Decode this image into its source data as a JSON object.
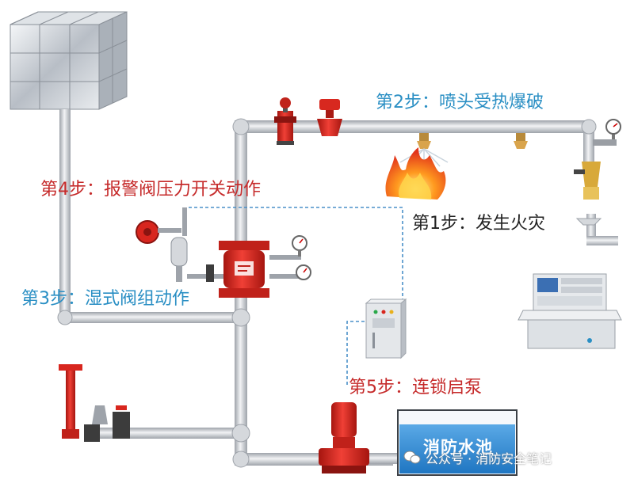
{
  "steps": {
    "step1": "第1步：发生火灾",
    "step2": "第2步：喷头受热爆破",
    "step3": "第3步：湿式阀组动作",
    "step4": "第4步：报警阀压力开关动作",
    "step5": "第5步：连锁启泵"
  },
  "pool_label": "消防水池",
  "watermark": "公众号 · 消防安全笔记",
  "colors": {
    "pipe": "#c9ccd1",
    "valve_red": "#e0261f",
    "signal_line": "#4a90c8",
    "water": "#2f8fd8",
    "step_blue": "#2a8fc4",
    "step_red": "#c62b2b"
  },
  "icons": {
    "water_tank": "steel-water-tank-icon",
    "fire": "fire-icon",
    "sprinkler": "sprinkler-head-icon",
    "alarm_bell": "alarm-bell-icon",
    "alarm_valve": "wet-alarm-valve-icon",
    "control_cabinet": "pump-control-cabinet-icon",
    "fire_panel": "fire-control-panel-icon",
    "pump": "fire-pump-icon",
    "hydrant": "pump-adapter-icon",
    "gauge": "pressure-gauge-icon"
  }
}
